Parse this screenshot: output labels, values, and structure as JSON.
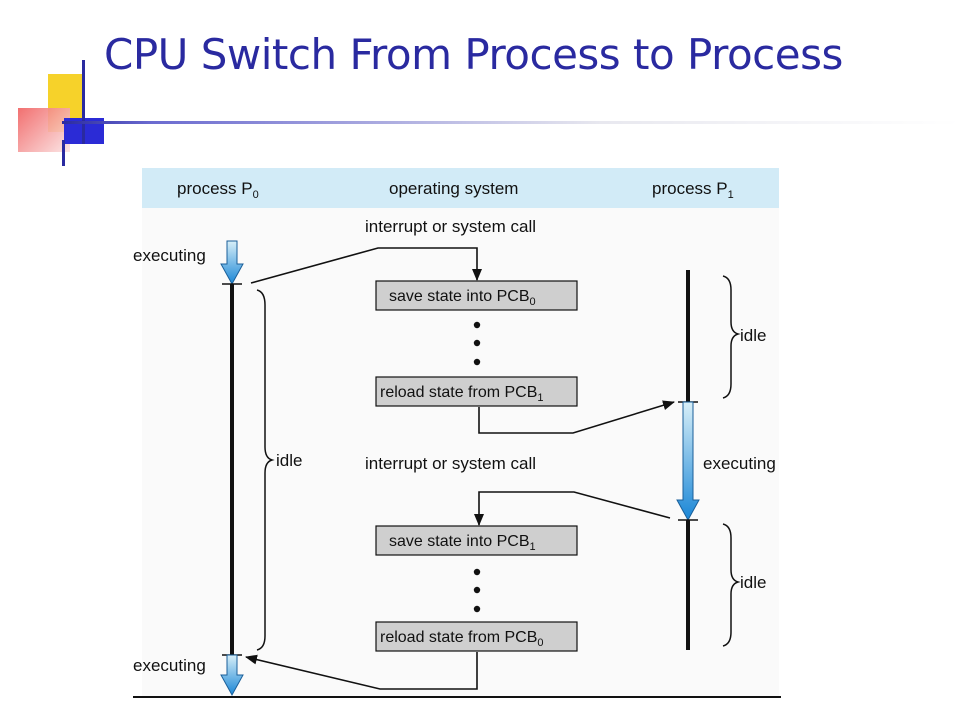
{
  "slide": {
    "title": "CPU Switch From Process to Process"
  },
  "diagram": {
    "header": {
      "left_label": "process P",
      "left_sub": "0",
      "center_label": "operating system",
      "right_label": "process P",
      "right_sub": "1"
    },
    "labels": {
      "p0_executing_top": "executing",
      "p0_executing_bottom": "executing",
      "p0_idle": "idle",
      "p1_idle_top": "idle",
      "p1_executing": "executing",
      "p1_idle_bottom": "idle",
      "interrupt_1": "interrupt or system call",
      "interrupt_2": "interrupt or system call"
    },
    "boxes": [
      {
        "text": "save state into PCB",
        "sub": "0"
      },
      {
        "text": "reload state from PCB",
        "sub": "1"
      },
      {
        "text": "save state into PCB",
        "sub": "1"
      },
      {
        "text": "reload state from PCB",
        "sub": "0"
      }
    ],
    "colors": {
      "header_band": "#d2ebf7",
      "box_fill": "#cfcfcf",
      "exec_arrow_top": "#d8eff8",
      "exec_arrow_bottom": "#1a86d6",
      "title": "#2a2aa0"
    }
  }
}
